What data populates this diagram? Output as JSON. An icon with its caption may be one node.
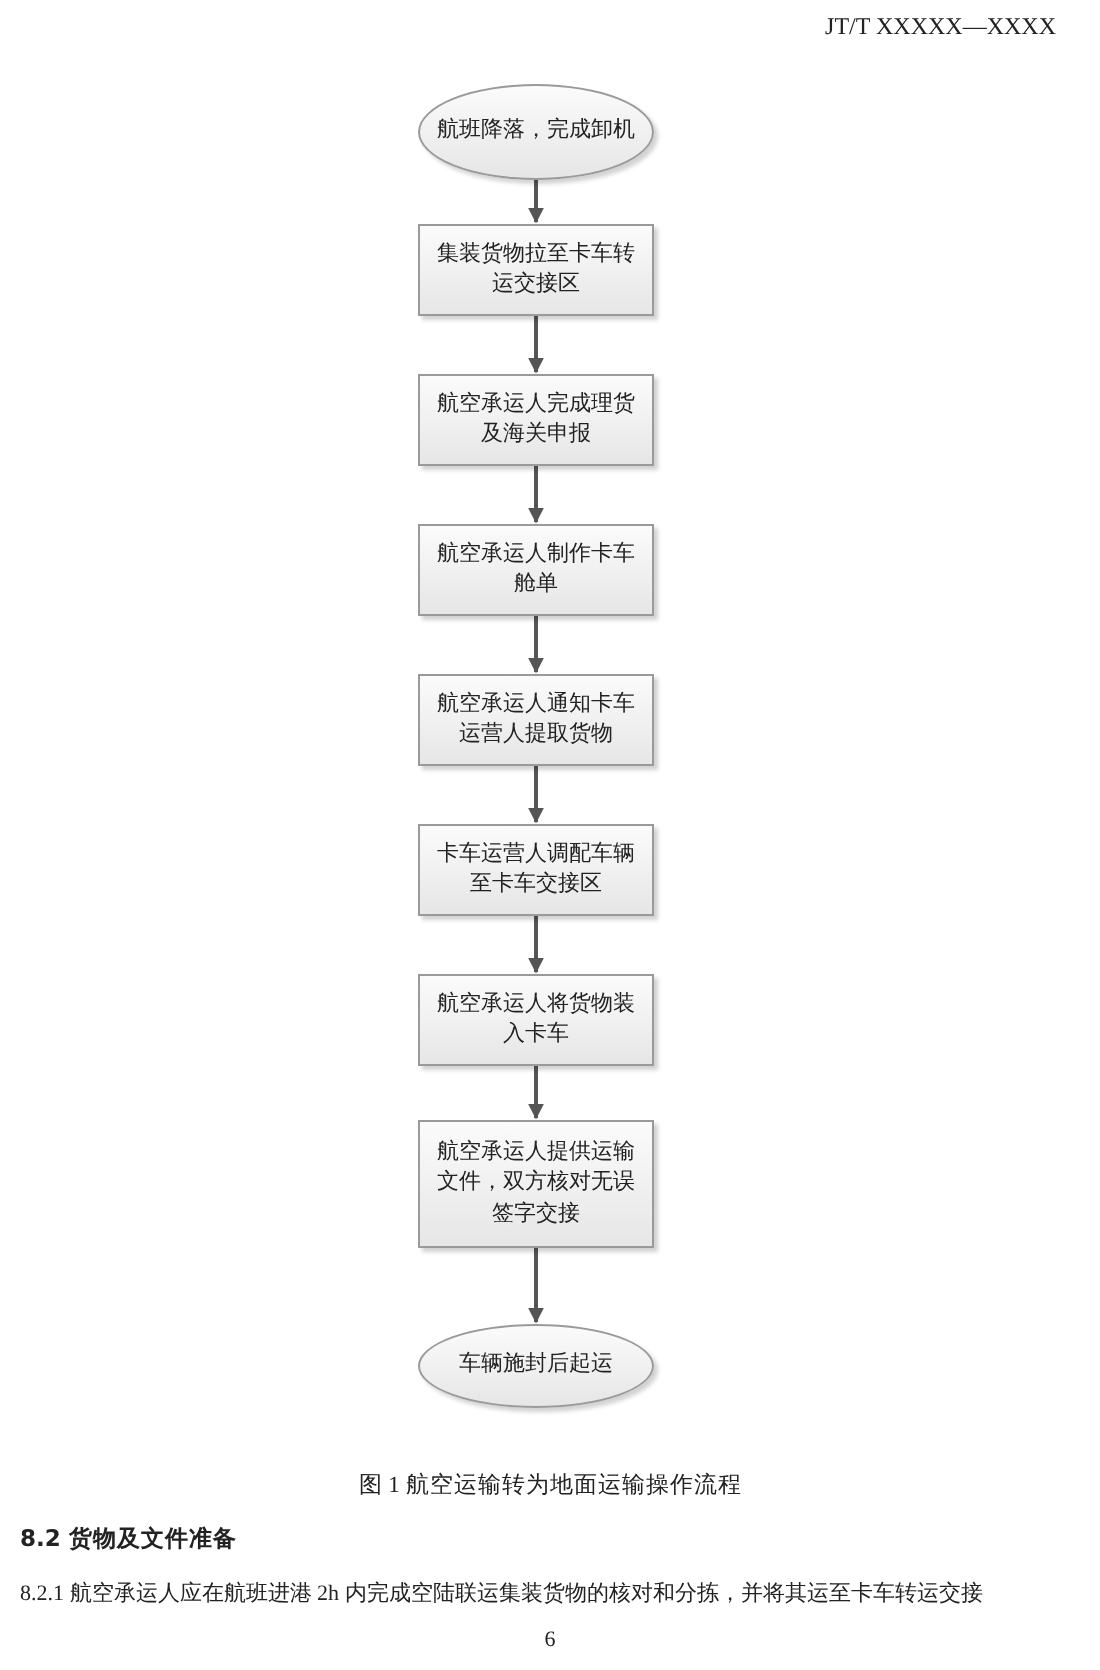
{
  "diagram": {
    "caption": "图 1 航空运输转为地面运输操作流程",
    "nodes": [
      {
        "text": [
          "航班降落，完成卸机"
        ]
      },
      {
        "text": [
          "集装货物拉至卡车转运交接区"
        ]
      },
      {
        "text": [
          "航空承运人完成理货及海关申报"
        ]
      },
      {
        "text": [
          "航空承运人制作卡车舱单"
        ]
      },
      {
        "text": [
          "航空承运人通知卡车运营人提取货物"
        ]
      },
      {
        "text": [
          "卡车运营人调配车辆至卡车交接区"
        ]
      },
      {
        "text": [
          "航空承运人将货物装入卡车"
        ]
      },
      {
        "text": [
          "航空承运人提供运输文件，双方核对无误签字交接"
        ]
      },
      {
        "text": [
          "车辆施封后起运"
        ]
      }
    ],
    "edges": [
      {
        "from": 0,
        "to": 1,
        "arrow": "to"
      },
      {
        "from": 1,
        "to": 2,
        "arrow": "to"
      },
      {
        "from": 2,
        "to": 3,
        "arrow": "to"
      },
      {
        "from": 3,
        "to": 4,
        "arrow": "to"
      },
      {
        "from": 4,
        "to": 5,
        "arrow": "to"
      },
      {
        "from": 5,
        "to": 6,
        "arrow": "to"
      },
      {
        "from": 6,
        "to": 7,
        "arrow": "to"
      },
      {
        "from": 7,
        "to": 8,
        "arrow": "to"
      }
    ],
    "labels": [
      "JT/T XXXXX—XXXX",
      "8.2 货物及文件准备",
      "8.2.1 航空承运人应在航班进港 2h 内完成空陆联运集装货物的核对和分拣，并将其运至卡车转运交接",
      "6"
    ]
  }
}
